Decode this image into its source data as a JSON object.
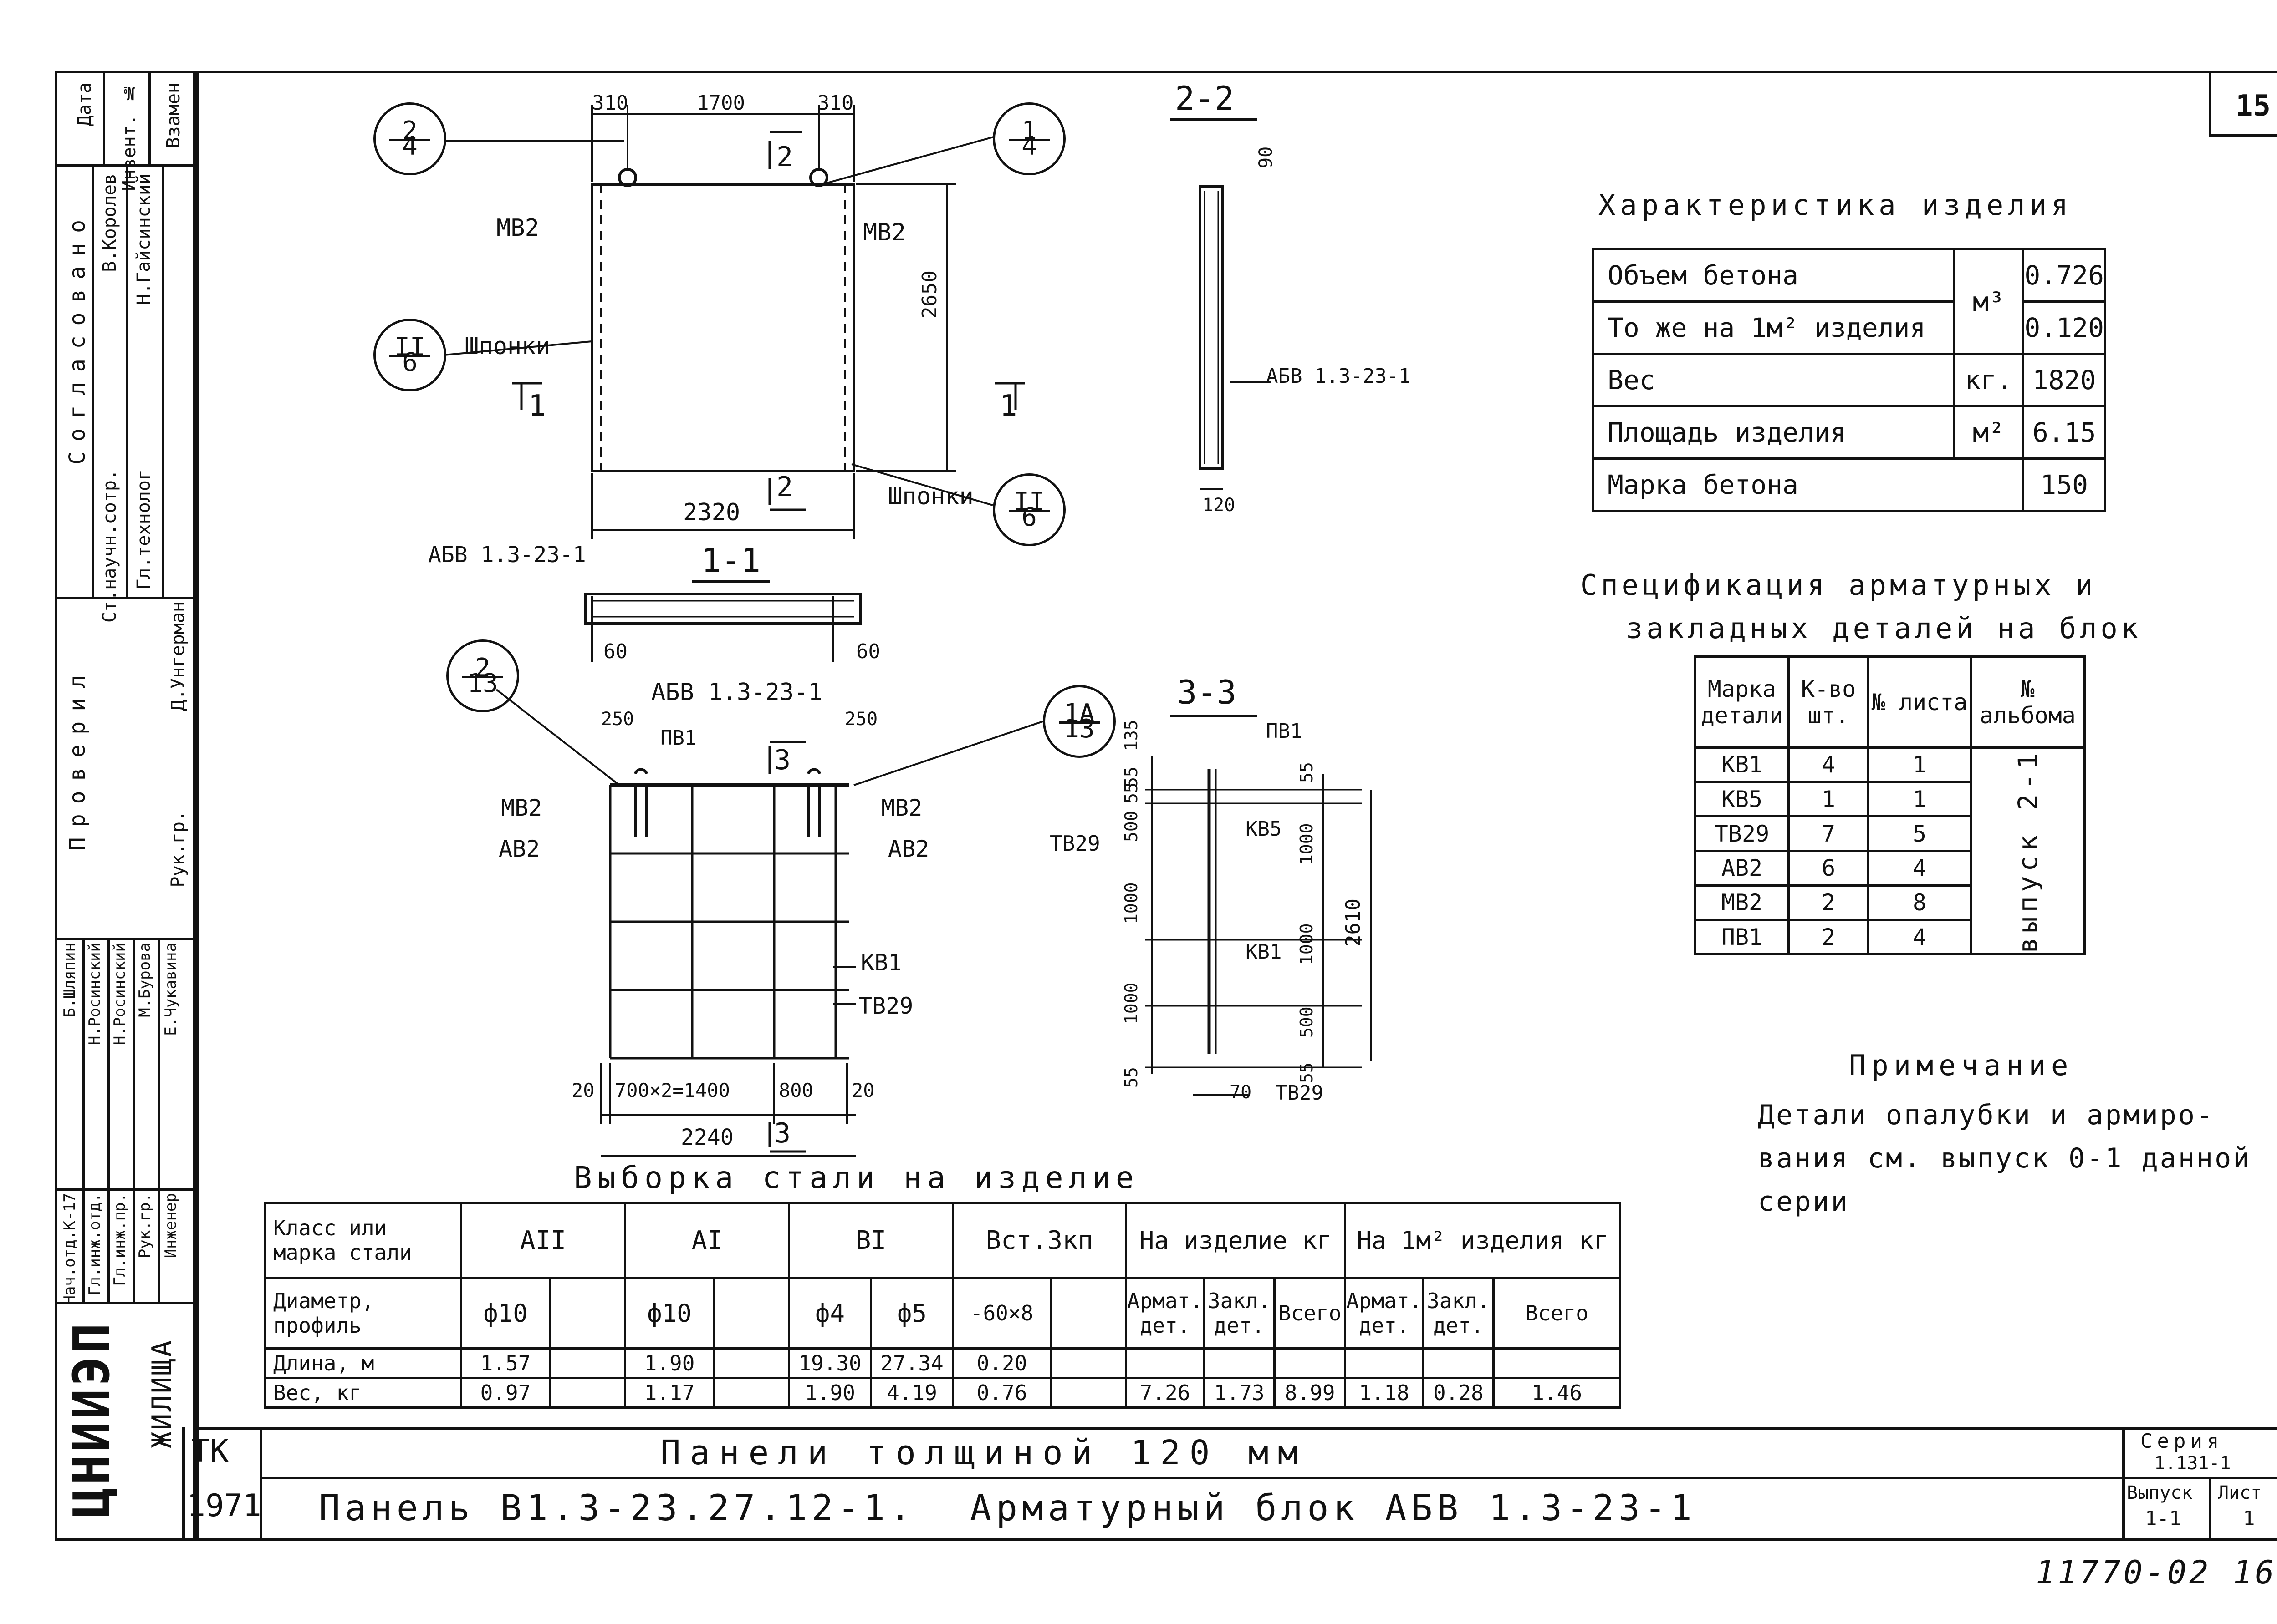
{
  "sheet": {
    "number": "15",
    "tk": "ТК",
    "year": "1971",
    "title_line1": "Панели толщиной 120 мм",
    "title_line2": "Панель В1.3-23.27.12-1.",
    "title_line3": "Арматурный блок АБВ 1.3-23-1",
    "series_label": "Серия",
    "series_value": "1.131-1",
    "issue_label": "Выпуск",
    "issue_value": "1-1",
    "sheet_label": "Лист",
    "sheet_value": "1",
    "org_logo": "ЦНИИЭП",
    "org_name": "ЖИЛИЩА",
    "bottom_stamp": "11770-02 16"
  },
  "sidebar": {
    "top_headers": [
      "Дата",
      "Инвент. №",
      "Взамен"
    ],
    "agreed_label": "Согласовано",
    "agreed_rows": [
      {
        "role": "Ст.научн.сотр.",
        "name": "В.Королев"
      },
      {
        "role": "Гл.технолог",
        "name": "Н.Гайсинский"
      }
    ],
    "checked_label": "Проверил",
    "checked_rows": [
      {
        "role": "Рук.гр.",
        "name": "Д.Унгерман"
      }
    ],
    "staff_rows": [
      {
        "role": "Нач.отд.К-17",
        "name": "Б.Шляпин"
      },
      {
        "role": "Гл.инж.отд.",
        "name": "Н.Росинский"
      },
      {
        "role": "Гл.инж.пр.",
        "name": "Н.Росинский"
      },
      {
        "role": "Рук.гр.",
        "name": "М.Бурова"
      },
      {
        "role": "Инженер",
        "name": "Е.Чукавина"
      }
    ]
  },
  "characteristics": {
    "title": "Характеристика изделия",
    "rows": [
      {
        "label": "Объем бетона",
        "unit": "м³",
        "value": "0.726"
      },
      {
        "label": "То же на 1м² изделия",
        "unit": "",
        "value": "0.120"
      },
      {
        "label": "Вес",
        "unit": "кг.",
        "value": "1820"
      },
      {
        "label": "Площадь изделия",
        "unit": "м²",
        "value": "6.15"
      },
      {
        "label": "Марка бетона",
        "unit": "",
        "value": "150"
      }
    ]
  },
  "specification": {
    "title_line1": "Спецификация арматурных и",
    "title_line2": "закладных деталей на блок",
    "headers": [
      "Марка детали",
      "К-во шт.",
      "№ листа",
      "№ альбома"
    ],
    "rows": [
      {
        "mark": "КВ1",
        "qty": "4",
        "sheet": "1"
      },
      {
        "mark": "КВ5",
        "qty": "1",
        "sheet": "1"
      },
      {
        "mark": "ТВ29",
        "qty": "7",
        "sheet": "5"
      },
      {
        "mark": "АВ2",
        "qty": "6",
        "sheet": "4"
      },
      {
        "mark": "МВ2",
        "qty": "2",
        "sheet": "8"
      },
      {
        "mark": "ПВ1",
        "qty": "2",
        "sheet": "4"
      }
    ],
    "album": "выпуск 2-1"
  },
  "note": {
    "title": "Примечание",
    "line1": "Детали опалубки и армиро-",
    "line2": "вания см. выпуск 0-1 данной",
    "line3": "серии"
  },
  "steel": {
    "title": "Выборка стали на изделие",
    "col_class": "Класс или марка стали",
    "grades": [
      "АII",
      "АI",
      "ВI",
      "Вст.3кп"
    ],
    "per_item": "На изделие кг",
    "per_m2": "На 1м² изделия кг",
    "row_diam": "Диаметр, профиль",
    "diams": [
      "ф10",
      "ф10",
      "ф4",
      "ф5",
      "-60×8"
    ],
    "sub_headers": [
      "Армат. дет.",
      "Закл. дет.",
      "Всего",
      "Армат. дет.",
      "Закл. дет.",
      "Всего"
    ],
    "row_length": "Длина, м",
    "lengths": [
      "1.57",
      "1.90",
      "19.30",
      "27.34",
      "0.20"
    ],
    "row_weight": "Вес, кг",
    "weights": [
      "0.97",
      "1.17",
      "1.90",
      "4.19",
      "0.76"
    ],
    "totals": [
      "7.26",
      "1.73",
      "8.99",
      "1.18",
      "0.28",
      "1.46"
    ]
  },
  "drawing": {
    "dims_top": [
      "310",
      "1700",
      "310"
    ],
    "dim_height": "2650",
    "dim_width": "2320",
    "mb2": "МВ2",
    "shponki": "Шпонки",
    "sect11": "1",
    "sect22": "2",
    "circles": [
      {
        "top": "2",
        "bot": "4"
      },
      {
        "top": "1",
        "bot": "4"
      },
      {
        "top": "II",
        "bot": "6"
      },
      {
        "top": "II",
        "bot": "6"
      },
      {
        "top": "2",
        "bot": "13"
      },
      {
        "top": "1А",
        "bot": "13"
      }
    ],
    "sect_title_22": "2-2",
    "sect_title_11": "1-1",
    "sect_title_33": "3-3",
    "dim_90": "90",
    "dim_120": "120",
    "abv": "АБВ 1.3-23-1",
    "dim_60": "60",
    "dim_250": "250",
    "pv1": "ПВ1",
    "ab2": "АВ2",
    "kv1": "КВ1",
    "kv5": "КВ5",
    "tv29": "ТВ29",
    "dims_bottom": [
      "20",
      "700×2=1400",
      "800",
      "20"
    ],
    "dim_2240": "2240",
    "sect33_dims_left": [
      "135",
      "55",
      "55",
      "500",
      "1000",
      "1000",
      "55"
    ],
    "sect33_dims_right": [
      "55",
      "1000",
      "1000",
      "500",
      "55"
    ],
    "dim_2610": "2610",
    "dim_70": "70",
    "sect3": "3"
  }
}
